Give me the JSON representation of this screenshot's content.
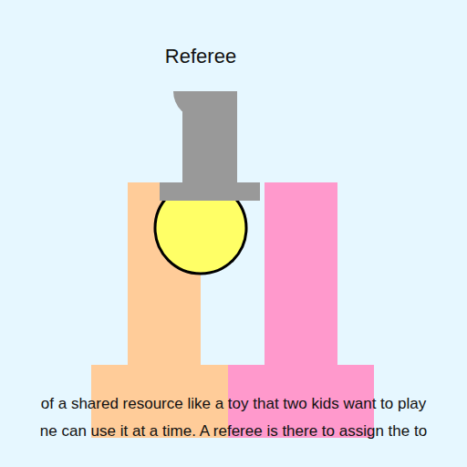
{
  "diagram": {
    "labels": [
      "Referee",
      "of a shared resource like a toy that two kids want to play",
      "ne can use it at a time. A referee is there to assign the to"
    ]
  }
}
